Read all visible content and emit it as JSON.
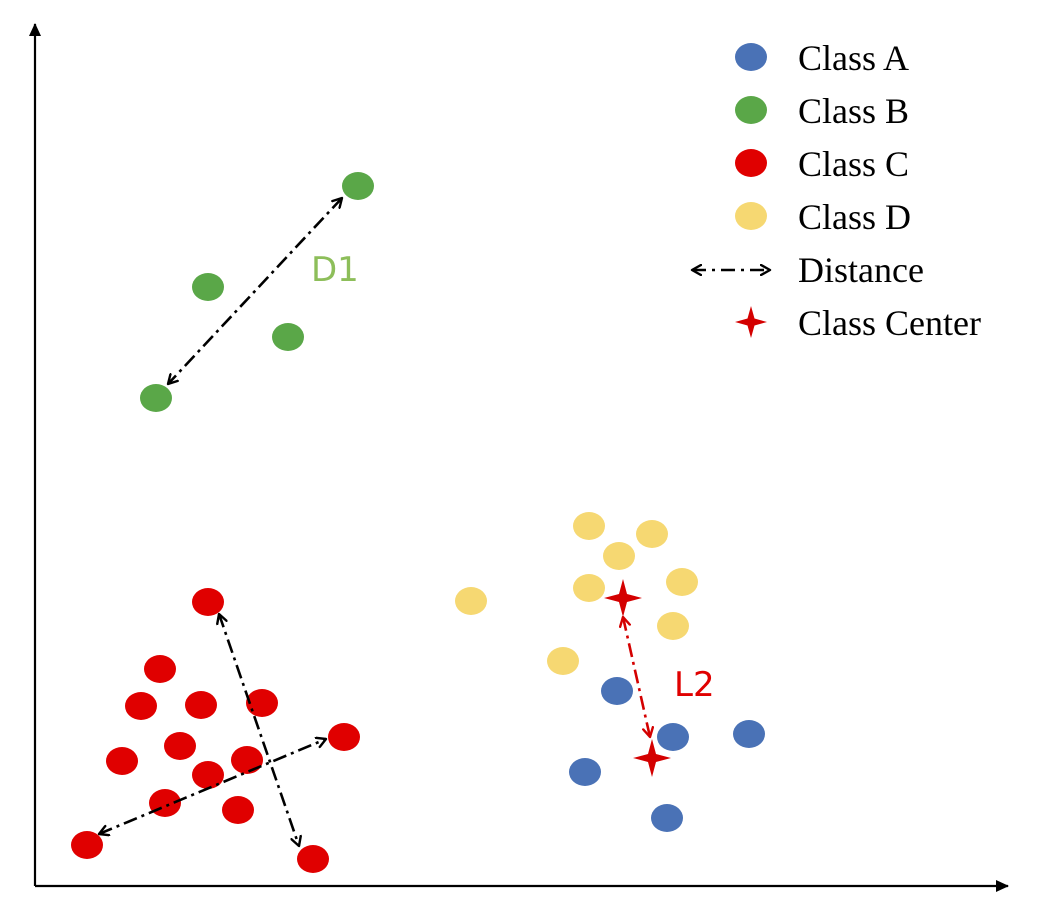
{
  "legend": {
    "items": [
      {
        "label": "Class A",
        "marker": "dot",
        "color": "#4a72b6"
      },
      {
        "label": "Class B",
        "marker": "dot",
        "color": "#5aa748"
      },
      {
        "label": "Class C",
        "marker": "dot",
        "color": "#e00000"
      },
      {
        "label": "Class D",
        "marker": "dot",
        "color": "#f6d872"
      },
      {
        "label": "Distance",
        "marker": "dash-dot-double-arrow",
        "color": "#000000"
      },
      {
        "label": "Class Center",
        "marker": "four-point-star",
        "color": "#d40000"
      }
    ]
  },
  "annotations": {
    "d1": {
      "text": "D1",
      "color": "#8dbe5a"
    },
    "l2": {
      "text": "L2",
      "color": "#e00000"
    }
  },
  "colors": {
    "axis": "#000000",
    "arrow_black": "#000000",
    "arrow_red": "#d40000"
  }
}
